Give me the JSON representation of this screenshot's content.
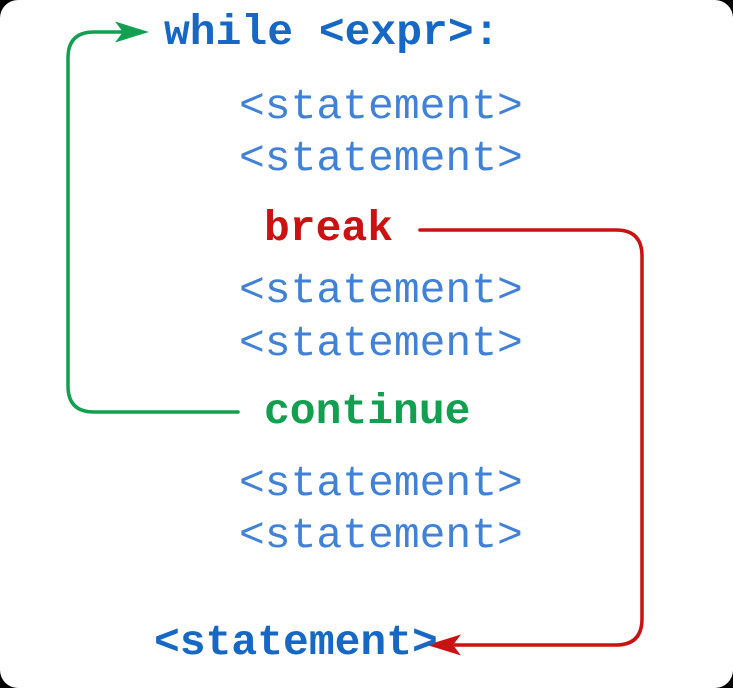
{
  "colors": {
    "background": "#FFFFFF",
    "page_backdrop": "#000000",
    "keyword_blue": "#1668C4",
    "statement_blue": "#4182D8",
    "break_red": "#CB1111",
    "continue_green": "#12A050"
  },
  "diagram": {
    "loop_header": "while <expr>:",
    "statements_block1": [
      "<statement>",
      "<statement>"
    ],
    "break_label": "break",
    "statements_block2": [
      "<statement>",
      "<statement>"
    ],
    "continue_label": "continue",
    "statements_block3": [
      "<statement>",
      "<statement>"
    ],
    "after_loop_statement": "<statement>"
  }
}
